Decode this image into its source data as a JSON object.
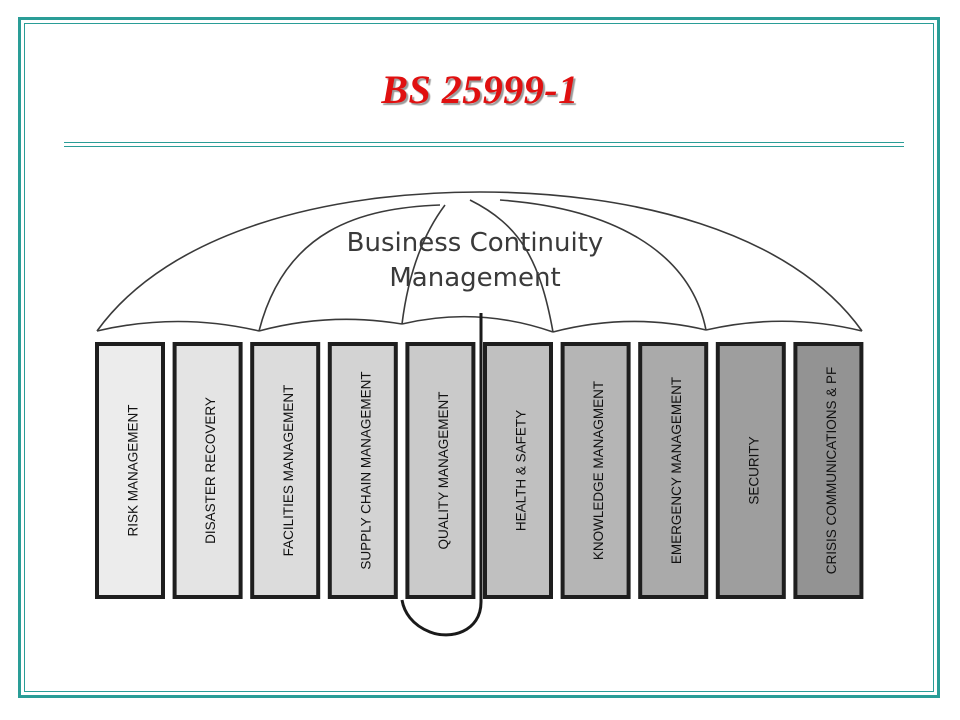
{
  "slide": {
    "title": "BS 25999-1"
  },
  "umbrella": {
    "label_line1": "Business Continuity",
    "label_line2": "Management"
  },
  "columns": [
    {
      "label": "RISK MANAGEMENT",
      "fill": "#ececec"
    },
    {
      "label": "DISASTER RECOVERY",
      "fill": "#e4e4e4"
    },
    {
      "label": "FACILITIES MANAGEMENT",
      "fill": "#dcdcdc"
    },
    {
      "label": "SUPPLY CHAIN MANAGEMENT",
      "fill": "#d3d3d3"
    },
    {
      "label": "QUALITY MANAGEMENT",
      "fill": "#cacaca"
    },
    {
      "label": "HEALTH & SAFETY",
      "fill": "#c0c0c0"
    },
    {
      "label": "KNOWLEDGE MANAGMENT",
      "fill": "#b5b5b5"
    },
    {
      "label": "EMERGENCY MANAGEMENT",
      "fill": "#aaaaaa"
    },
    {
      "label": "SECURITY",
      "fill": "#9e9e9e"
    },
    {
      "label": "CRISIS COMMUNICATIONS & PF",
      "fill": "#939393"
    }
  ],
  "colors": {
    "frame": "#2a9d97",
    "title": "#e01010",
    "outline": "#1e1e1e"
  }
}
